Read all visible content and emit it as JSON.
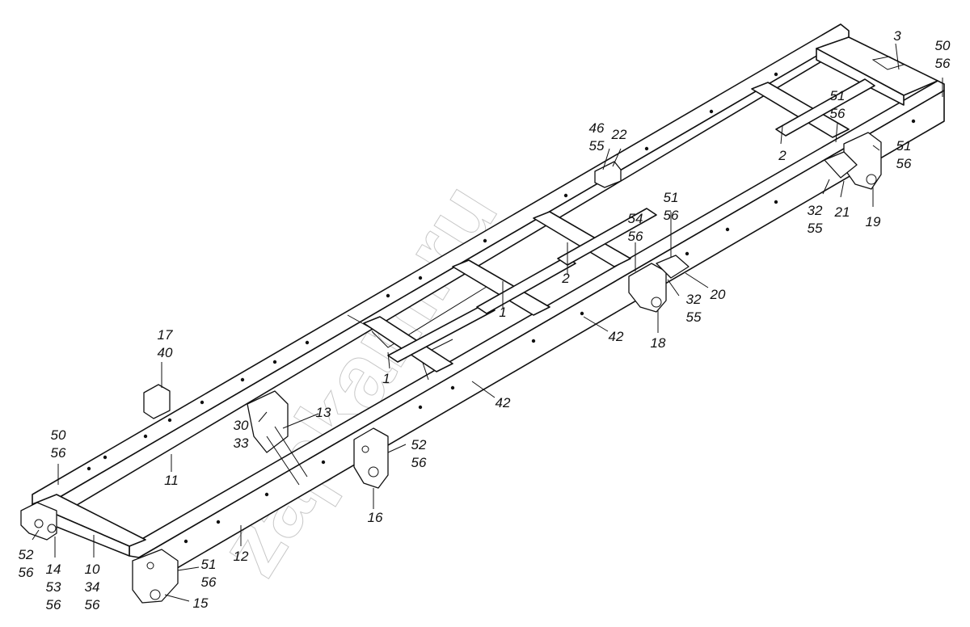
{
  "watermark": "zapkam.ru",
  "callouts": [
    {
      "id": "c3",
      "lines": [
        "3"
      ]
    },
    {
      "id": "c50-56-rear",
      "lines": [
        "50",
        "56"
      ]
    },
    {
      "id": "c51-56-top",
      "lines": [
        "51",
        "56"
      ]
    },
    {
      "id": "c2-right",
      "lines": [
        "2"
      ]
    },
    {
      "id": "c51-56-right",
      "lines": [
        "51",
        "56"
      ]
    },
    {
      "id": "c32-55-right",
      "lines": [
        "32",
        "55"
      ]
    },
    {
      "id": "c21",
      "lines": [
        "21"
      ]
    },
    {
      "id": "c19",
      "lines": [
        "19"
      ]
    },
    {
      "id": "c46-55",
      "lines": [
        "46",
        "55"
      ]
    },
    {
      "id": "c22",
      "lines": [
        "22"
      ]
    },
    {
      "id": "c51-56-mid",
      "lines": [
        "51",
        "56"
      ]
    },
    {
      "id": "c54-56",
      "lines": [
        "54",
        "56"
      ]
    },
    {
      "id": "c2-mid",
      "lines": [
        "2"
      ]
    },
    {
      "id": "c1-mid",
      "lines": [
        "1"
      ]
    },
    {
      "id": "c20",
      "lines": [
        "20"
      ]
    },
    {
      "id": "c32-55-mid",
      "lines": [
        "32",
        "55"
      ]
    },
    {
      "id": "c18",
      "lines": [
        "18"
      ]
    },
    {
      "id": "c42-right",
      "lines": [
        "42"
      ]
    },
    {
      "id": "c1-left",
      "lines": [
        "1"
      ]
    },
    {
      "id": "c42-left",
      "lines": [
        "42"
      ]
    },
    {
      "id": "c17-40",
      "lines": [
        "17",
        "40"
      ]
    },
    {
      "id": "c13",
      "lines": [
        "13"
      ]
    },
    {
      "id": "c30-33",
      "lines": [
        "30",
        "33"
      ]
    },
    {
      "id": "c52-56-mid",
      "lines": [
        "52",
        "56"
      ]
    },
    {
      "id": "c50-56-front",
      "lines": [
        "50",
        "56"
      ]
    },
    {
      "id": "c11",
      "lines": [
        "11"
      ]
    },
    {
      "id": "c16",
      "lines": [
        "16"
      ]
    },
    {
      "id": "c12",
      "lines": [
        "12"
      ]
    },
    {
      "id": "c52-56-front",
      "lines": [
        "52",
        "56"
      ]
    },
    {
      "id": "c14-53-56",
      "lines": [
        "14",
        "53",
        "56"
      ]
    },
    {
      "id": "c10-34-56",
      "lines": [
        "10",
        "34",
        "56"
      ]
    },
    {
      "id": "c51-56-front",
      "lines": [
        "51",
        "56"
      ]
    },
    {
      "id": "c15",
      "lines": [
        "15"
      ]
    }
  ]
}
